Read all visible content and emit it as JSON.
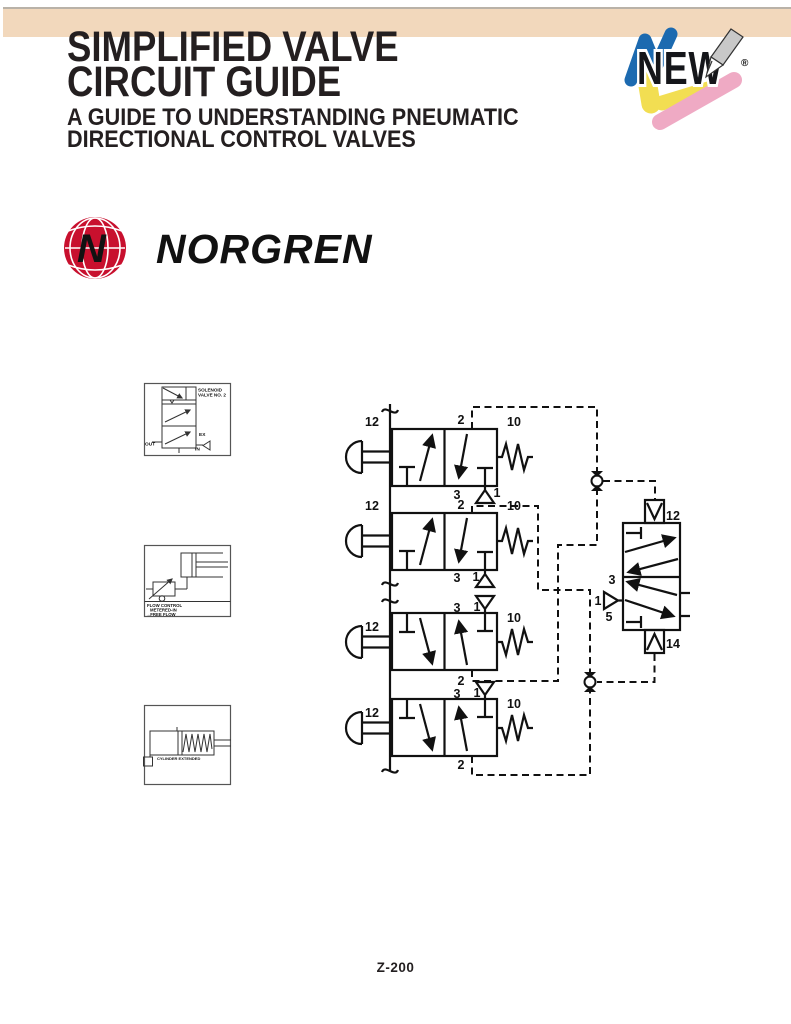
{
  "page": {
    "band_color": "#f2d8bc",
    "footer": "Z-200"
  },
  "header": {
    "title_line1": "SIMPLIFIED VALVE",
    "title_line2": "CIRCUIT GUIDE",
    "subtitle_line1": "A GUIDE TO UNDERSTANDING PNEUMATIC",
    "subtitle_line2": "DIRECTIONAL CONTROL VALVES"
  },
  "badge": {
    "label": "NEW",
    "registered": "®",
    "colors": {
      "blue": "#1c6ab0",
      "yellow": "#f2de52",
      "pink": "#efaac4"
    }
  },
  "brand": {
    "name": "NORGREN",
    "initial": "N",
    "color": "#c8102e"
  },
  "insets": {
    "solenoid": {
      "title_line1": "SOLENOID",
      "title_line2": "VALVE NO. 2",
      "ex": "EX",
      "out": "OUT",
      "in": "IN"
    },
    "flow": {
      "line1": "FLOW CONTROL",
      "line2": "METERED-IN",
      "line3": "→FREE FLOW"
    },
    "cylinder": {
      "caption": "CYLINDER EXTENDED"
    }
  },
  "circuit": {
    "valve1": {
      "pilot": "12",
      "out": "2",
      "spring": "10",
      "p3": "3",
      "p1": "1"
    },
    "valve2": {
      "pilot": "12",
      "out": "2",
      "spring": "10",
      "p3": "3",
      "p1": "1"
    },
    "valve3": {
      "pilot": "12",
      "out": "2",
      "spring": "10",
      "p3": "3",
      "p1": "1"
    },
    "valve4": {
      "pilot": "12",
      "out": "2",
      "spring": "10",
      "p3": "3",
      "p1": "1"
    },
    "main_valve": {
      "pilot_top": "12",
      "pilot_bottom": "14",
      "p3": "3",
      "p1": "1",
      "p5": "5"
    }
  }
}
